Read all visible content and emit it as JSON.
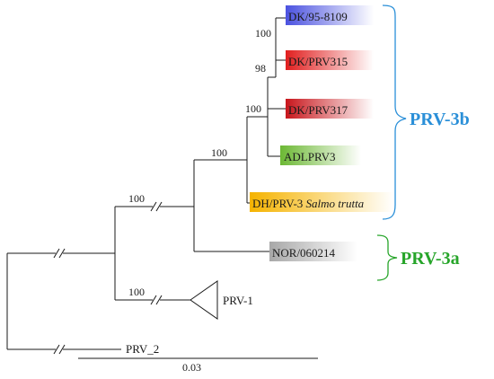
{
  "tree": {
    "taxa": [
      {
        "id": "dk95",
        "label": "DK/95-8109",
        "highlight": "#5a5fe0",
        "italic_suffix": ""
      },
      {
        "id": "prv315",
        "label": "DK/PRV315",
        "highlight": "#e11f1f",
        "italic_suffix": ""
      },
      {
        "id": "prv317",
        "label": "DK/PRV317",
        "highlight": "#c8161c",
        "italic_suffix": ""
      },
      {
        "id": "adl",
        "label": "ADLPRV3",
        "highlight": "#7dc242",
        "italic_suffix": ""
      },
      {
        "id": "dh",
        "label": "DH/PRV-3 ",
        "highlight": "#f6b80b",
        "italic_suffix": "Salmo trutta"
      },
      {
        "id": "nor",
        "label": "NOR/060214",
        "highlight": "#b3b3b3",
        "italic_suffix": ""
      },
      {
        "id": "prv1",
        "label": "PRV-1",
        "highlight": "",
        "italic_suffix": ""
      },
      {
        "id": "prv2",
        "label": "PRV_2",
        "highlight": "",
        "italic_suffix": ""
      }
    ],
    "bootstrap": [
      {
        "id": "b1",
        "value": "100"
      },
      {
        "id": "b2",
        "value": "98"
      },
      {
        "id": "b3",
        "value": "100"
      },
      {
        "id": "b4",
        "value": "100"
      },
      {
        "id": "b5",
        "value": "100"
      },
      {
        "id": "b6",
        "value": "100"
      }
    ],
    "clades": [
      {
        "id": "prv3b",
        "label": "PRV-3b",
        "color": "#2a8fd8"
      },
      {
        "id": "prv3a",
        "label": "PRV-3a",
        "color": "#27a52a"
      }
    ],
    "scale_bar": {
      "label": "0.03"
    }
  }
}
